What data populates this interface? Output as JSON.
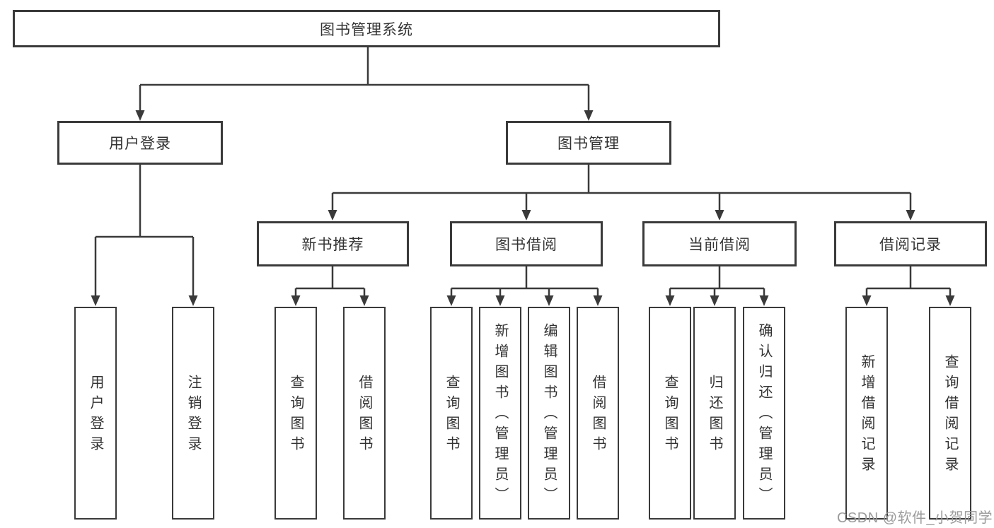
{
  "diagram_title": "图书管理系统",
  "nodes": {
    "root": "图书管理系统",
    "level2": [
      "用户登录",
      "图书管理"
    ],
    "level3": [
      "新书推荐",
      "图书借阅",
      "当前借阅",
      "借阅记录"
    ],
    "leaves_user_login": [
      "用户登录",
      "注销登录"
    ],
    "leaves_new_book": [
      "查询图书",
      "借阅图书"
    ],
    "leaves_book_borrow": [
      "查询图书",
      "新增图书（管理员）",
      "编辑图书（管理员）",
      "借阅图书"
    ],
    "leaves_current_borrow": [
      "查询图书",
      "归还图书",
      "确认归还（管理员）"
    ],
    "leaves_borrow_records": [
      "新增借阅记录",
      "查询借阅记录"
    ]
  },
  "watermark": "CSDN @软件_小贺同学",
  "colors": {
    "line": "#3a3a3a",
    "text": "#333333",
    "watermark_text": "#9b9b9b",
    "background": "#ffffff"
  }
}
